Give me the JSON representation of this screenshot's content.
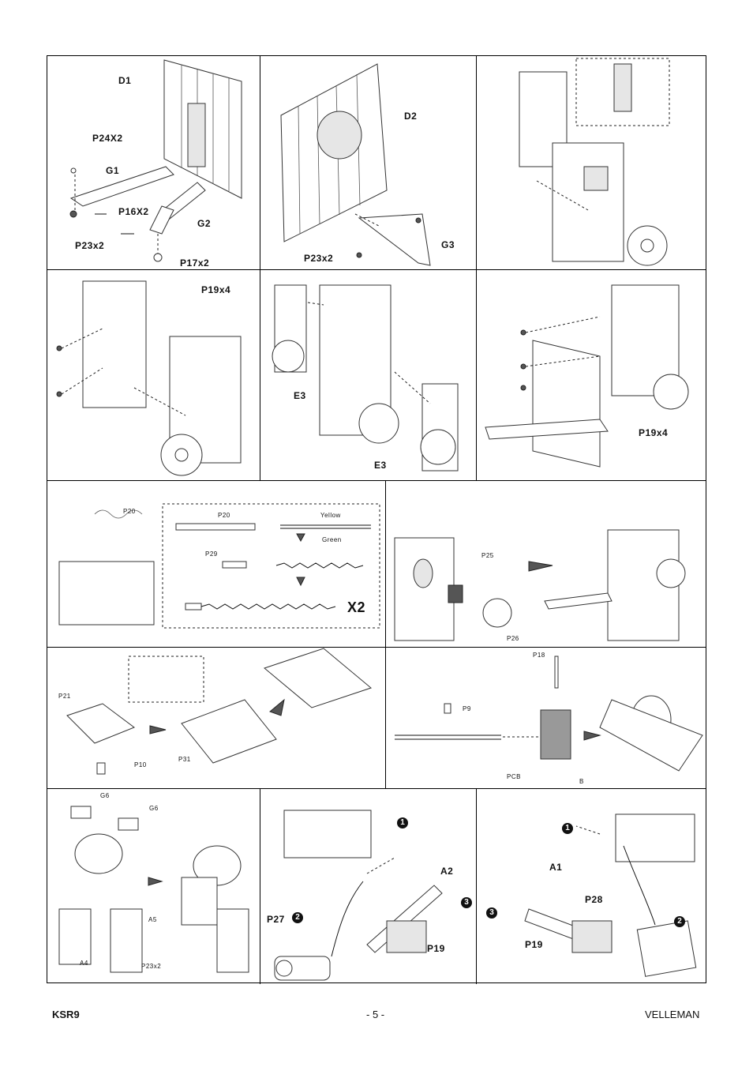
{
  "labels": {
    "d1": "D1",
    "p24": "P24X2",
    "g1": "G1",
    "p16": "P16X2",
    "g2": "G2",
    "p23a": "P23x2",
    "p17": "P17x2",
    "d2": "D2",
    "g3": "G3",
    "p23b": "P23x2",
    "p19a": "P19x4",
    "e3a": "E3",
    "e3b": "E3",
    "p19b": "P19x4",
    "p20a": "P20",
    "p20b": "P20",
    "yellow": "Yellow",
    "green": "Green",
    "p29": "P29",
    "x2": "X2",
    "p25": "P25",
    "p26": "P26",
    "p21": "P21",
    "p10": "P10",
    "p31": "P31",
    "p18": "P18",
    "p9": "P9",
    "pcb": "PCB",
    "b": "B",
    "g6a": "G6",
    "g6b": "G6",
    "a5": "A5",
    "a4": "A4",
    "p23c": "P23x2",
    "a2": "A2",
    "p27": "P27",
    "p19c": "P19",
    "a1": "A1",
    "p28": "P28",
    "p19d": "P19",
    "n1a": "1",
    "n2a": "2",
    "n3a": "3",
    "n1b": "1",
    "n2b": "2",
    "n3b": "3"
  },
  "footer": {
    "left": "KSR9",
    "center": "- 5 -",
    "right": "VELLEMAN"
  }
}
